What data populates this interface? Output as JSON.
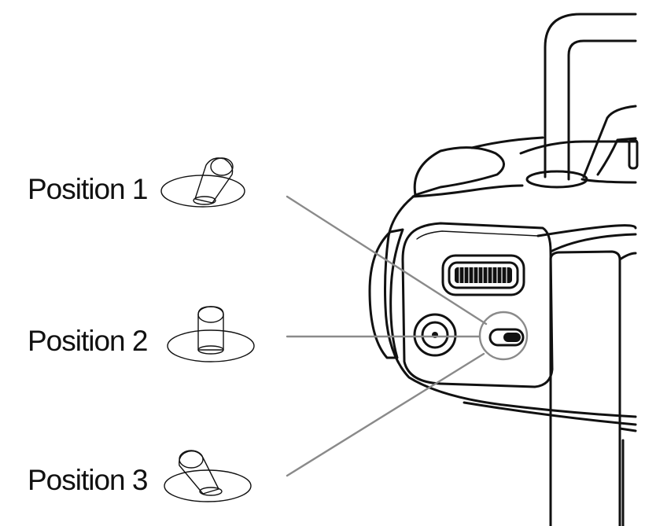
{
  "positions": [
    {
      "label": "Position 1",
      "toggle": "tilted-back"
    },
    {
      "label": "Position 2",
      "toggle": "upright"
    },
    {
      "label": "Position 3",
      "toggle": "tilted-forward"
    }
  ],
  "colors": {
    "line": "#111111",
    "leader": "#8a8a8a",
    "background": "#ffffff"
  },
  "icons": {
    "toggle": "toggle-switch-icon",
    "device": "remote-controller-illustration"
  }
}
